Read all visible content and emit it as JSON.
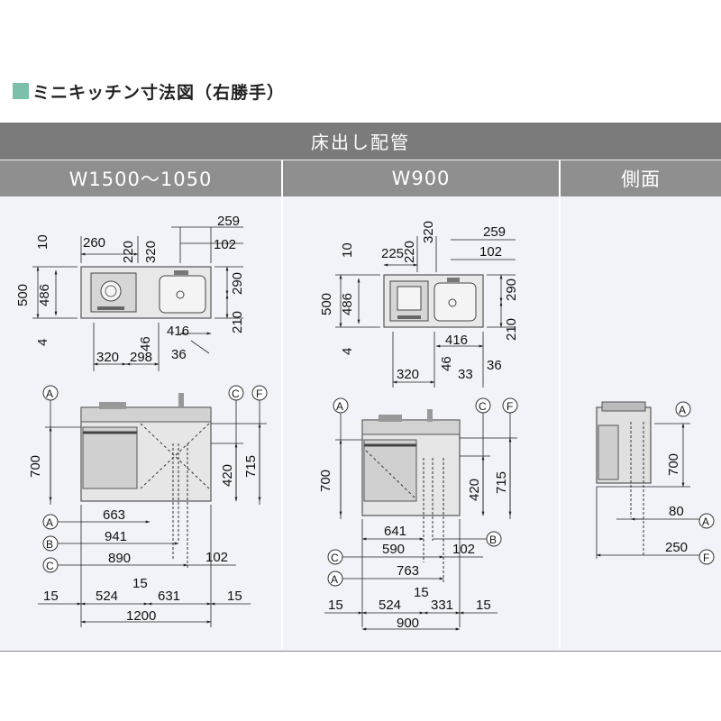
{
  "title": "ミニキッチン寸法図（右勝手）",
  "header": "床出し配管",
  "columns": [
    "W1500〜1050",
    "W900",
    "側面"
  ],
  "markers": {
    "a": "A",
    "b": "B",
    "c": "C",
    "f": "F"
  },
  "w1500_top": {
    "d10": "10",
    "d260": "260",
    "d220": "220",
    "d320": "320",
    "d259": "259",
    "d102": "102",
    "d500": "500",
    "d486": "486",
    "d290": "290",
    "d210": "210",
    "d4": "4",
    "d46": "46",
    "d416": "416",
    "d320b": "320",
    "d298": "298",
    "d36": "36"
  },
  "w1500_front": {
    "d700": "700",
    "d420": "420",
    "d715": "715",
    "d663": "663",
    "d941": "941",
    "d890": "890",
    "d102": "102",
    "d15a": "15",
    "d524": "524",
    "d15b": "15",
    "d631": "631",
    "d15c": "15",
    "d1200": "1200"
  },
  "w900_top": {
    "d220": "220",
    "d320": "320",
    "d225": "225",
    "d10": "10",
    "d259": "259",
    "d102": "102",
    "d500": "500",
    "d486": "486",
    "d290": "290",
    "d210": "210",
    "d4": "4",
    "d46": "46",
    "d416": "416",
    "d320b": "320",
    "d33": "33",
    "d36": "36"
  },
  "w900_front": {
    "d700": "700",
    "d420": "420",
    "d715": "715",
    "d641": "641",
    "d590": "590",
    "d102": "102",
    "d763": "763",
    "d15a": "15",
    "d524": "524",
    "d15b": "15",
    "d331": "331",
    "d15c": "15",
    "d900": "900"
  },
  "side": {
    "d700": "700",
    "d80": "80",
    "d250": "250"
  },
  "colors": {
    "accent": "#7cc0ac",
    "header_bg": "#7b7b7b",
    "col_bg": "#8f8f8f",
    "panel_bg": "#f1f3f9",
    "unit_fill": "#e6e6e6",
    "unit_dark": "#bdbdbd"
  }
}
